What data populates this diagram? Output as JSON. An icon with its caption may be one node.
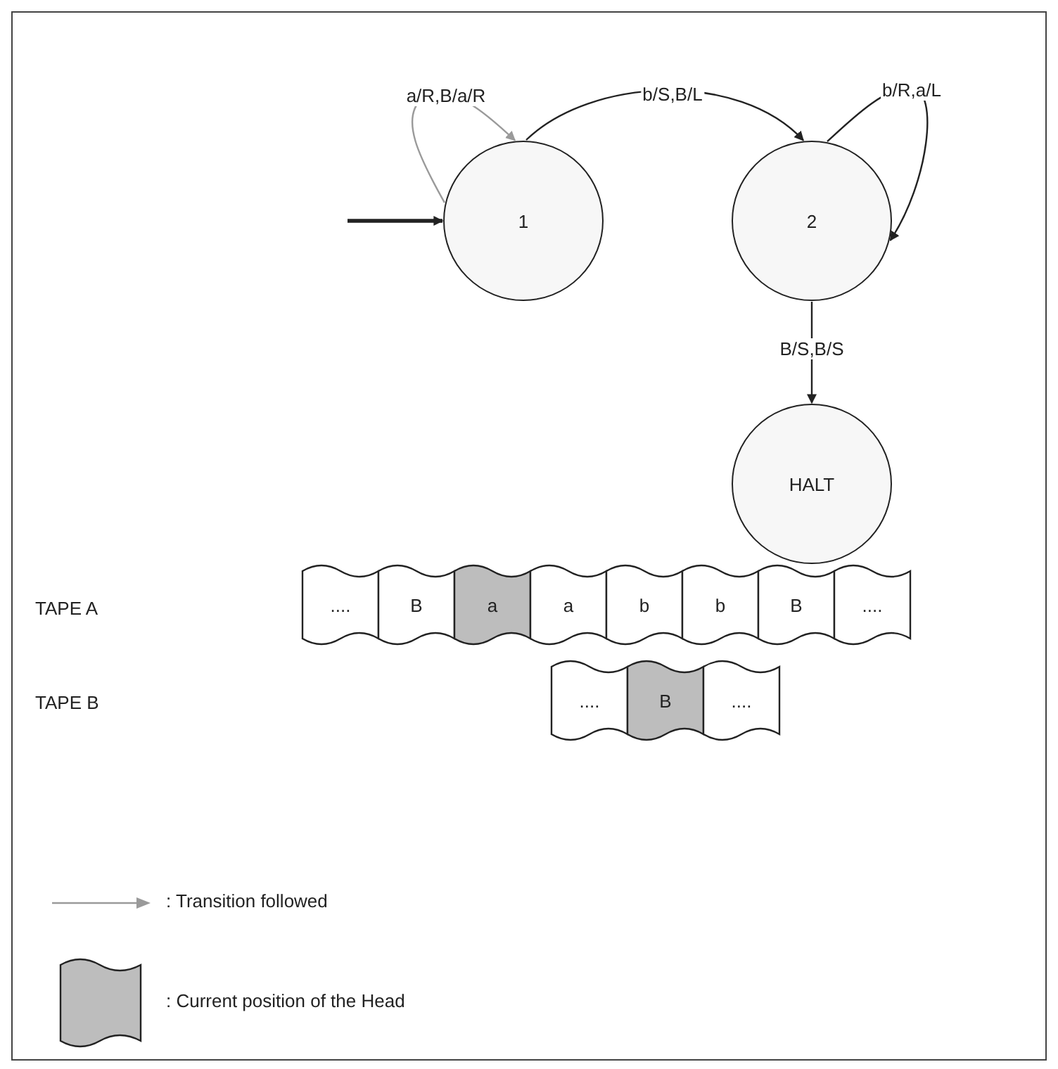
{
  "diagram": {
    "nodes": [
      {
        "text": [
          "1"
        ]
      },
      {
        "text": [
          "2"
        ]
      },
      {
        "text": [
          "HALT"
        ]
      },
      {
        "text": [
          "...."
        ]
      },
      {
        "text": [
          "B"
        ]
      },
      {
        "text": [
          "a"
        ]
      },
      {
        "text": [
          "a"
        ]
      },
      {
        "text": [
          "b"
        ]
      },
      {
        "text": [
          "b"
        ]
      },
      {
        "text": [
          "B"
        ]
      },
      {
        "text": [
          "...."
        ]
      },
      {
        "text": [
          "...."
        ]
      },
      {
        "text": [
          "B"
        ]
      },
      {
        "text": [
          "...."
        ]
      }
    ],
    "edges": [
      {
        "from": null,
        "to": 0,
        "arrow": "to",
        "style": "thick"
      },
      {
        "from": 0,
        "to": 0,
        "label": "a/R,B/a/R",
        "arrow": "to",
        "color": "#9a9a9a"
      },
      {
        "from": 0,
        "to": 1,
        "label": "b/S,B/L",
        "arrow": "to"
      },
      {
        "from": 1,
        "to": 1,
        "label": "b/R,a/L",
        "arrow": "to"
      },
      {
        "from": 1,
        "to": 2,
        "label": "B/S,B/S",
        "arrow": "to"
      }
    ],
    "labels": [
      "TAPE A",
      "TAPE B"
    ],
    "legend": [
      {
        "text": ": Transition followed"
      },
      {
        "text": ": Current position of the Head"
      }
    ]
  }
}
